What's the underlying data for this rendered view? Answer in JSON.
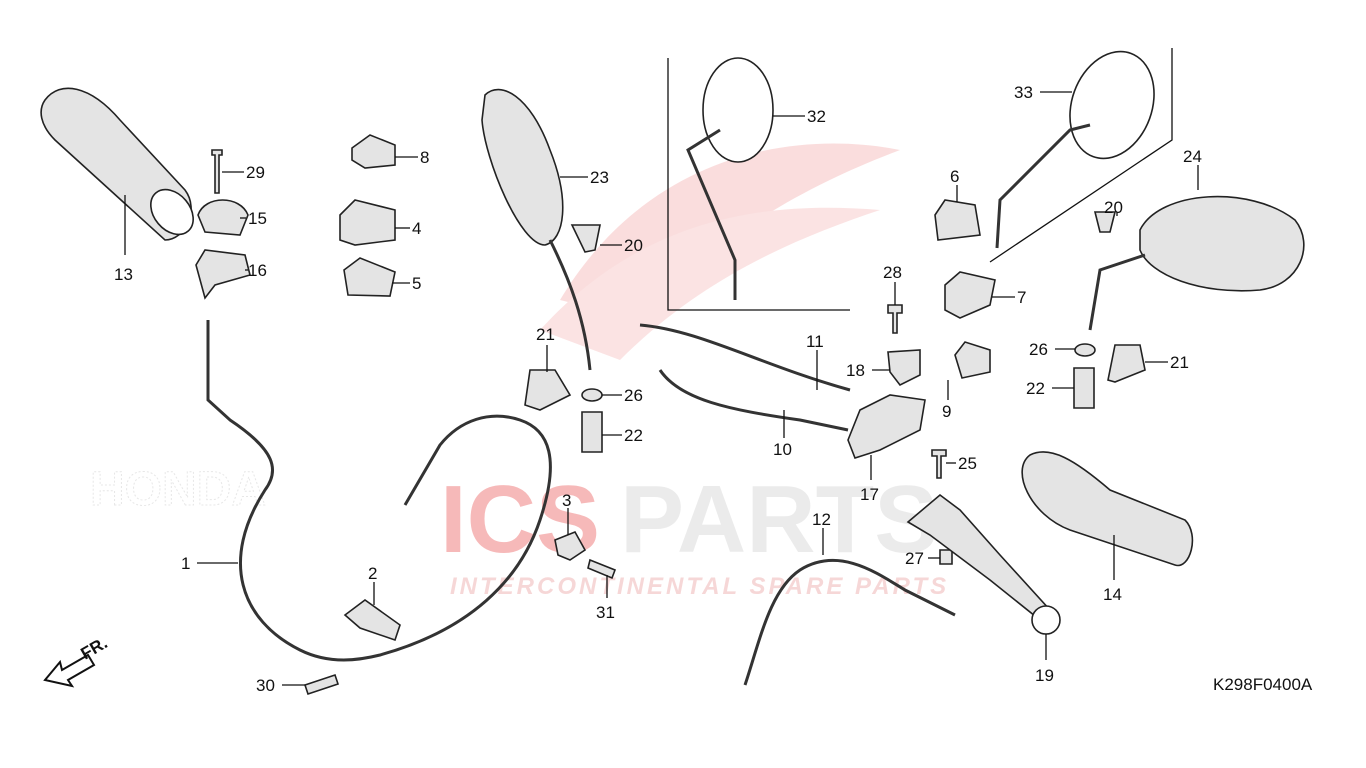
{
  "diagram": {
    "drawing_code": "K298F0400A",
    "direction_label": "FR.",
    "watermark": {
      "brand": "ICSPARTS",
      "tagline": "INTERCONTINENTAL SPARE PARTS",
      "logo_text": "HONDA"
    },
    "colors": {
      "watermark_red": "#e83a3a",
      "watermark_gray": "#d0d0d0",
      "line": "#111111"
    }
  },
  "callouts": [
    {
      "label": "13"
    },
    {
      "label": "29"
    },
    {
      "label": "15"
    },
    {
      "label": "16"
    },
    {
      "label": "8"
    },
    {
      "label": "4"
    },
    {
      "label": "5"
    },
    {
      "label": "23"
    },
    {
      "label": "20"
    },
    {
      "label": "21"
    },
    {
      "label": "26"
    },
    {
      "label": "22"
    },
    {
      "label": "32"
    },
    {
      "label": "33"
    },
    {
      "label": "24"
    },
    {
      "label": "6"
    },
    {
      "label": "20"
    },
    {
      "label": "28"
    },
    {
      "label": "7"
    },
    {
      "label": "11"
    },
    {
      "label": "18"
    },
    {
      "label": "9"
    },
    {
      "label": "26"
    },
    {
      "label": "22"
    },
    {
      "label": "21"
    },
    {
      "label": "10"
    },
    {
      "label": "25"
    },
    {
      "label": "17"
    },
    {
      "label": "12"
    },
    {
      "label": "3"
    },
    {
      "label": "1"
    },
    {
      "label": "2"
    },
    {
      "label": "31"
    },
    {
      "label": "27"
    },
    {
      "label": "14"
    },
    {
      "label": "19"
    },
    {
      "label": "30"
    }
  ]
}
